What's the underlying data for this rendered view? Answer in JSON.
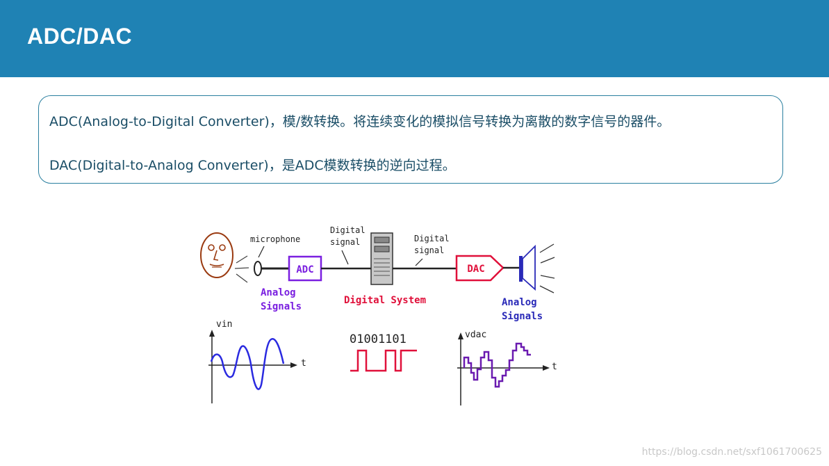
{
  "header": {
    "title": "ADC/DAC"
  },
  "info": {
    "adc_line": "ADC(Analog-to-Digital Converter)，模/数转换。将连续变化的模拟信号转换为离散的数字信号的器件。",
    "dac_line": "DAC(Digital-to-Analog Converter)，是ADC模数转换的逆向过程。"
  },
  "diagram": {
    "microphone_label": "microphone",
    "adc_label": "ADC",
    "dac_label": "DAC",
    "digital_signal_left_1": "Digital",
    "digital_signal_left_2": "signal",
    "digital_signal_right_1": "Digital",
    "digital_signal_right_2": "signal",
    "analog_left_1": "Analog",
    "analog_left_2": "Signals",
    "digital_system": "Digital System",
    "analog_right_1": "Analog",
    "analog_right_2": "Signals",
    "vin_label": "vin",
    "t_label_left": "t",
    "binary_code": "01001101",
    "vdac_label": "vdac",
    "t_label_right": "t"
  },
  "colors": {
    "header_bg": "#1f82b4",
    "adc_purple": "#7a1fe0",
    "dac_red": "#e0103a",
    "speaker_blue": "#2a2ab8",
    "wave_blue": "#2a2ae0",
    "face_brown": "#9a3a10"
  },
  "icons": [
    "face-icon",
    "microphone-icon",
    "computer-tower-icon",
    "speaker-icon"
  ],
  "watermark": "https://blog.csdn.net/sxf1061700625"
}
